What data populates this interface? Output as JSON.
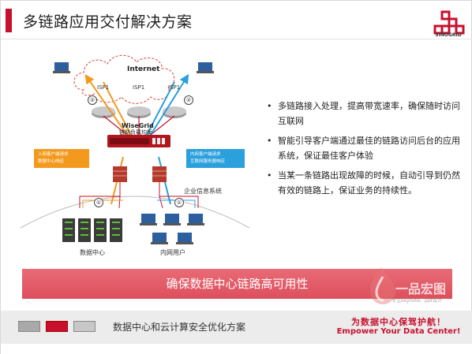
{
  "slide": {
    "title": "多链路应用交付解决方案",
    "logo_text": "SINOGRID"
  },
  "diagram": {
    "internet": "Internet",
    "isp": [
      "ISP1",
      "ISP1",
      "ISP1"
    ],
    "device_brand": "WiseGrid",
    "device_label": "链路负载均衡",
    "system_label": "企业信息系统",
    "datacenter_label": "数据中心",
    "users_label": "内网用户",
    "step_top": "②",
    "step_bottom": "①",
    "left_legend": [
      "入网客户端请求",
      "数据中心响应"
    ],
    "right_legend": [
      "内网客户端请求",
      "互联网服务器响应"
    ],
    "colors": {
      "orange": "#f39a1e",
      "blue": "#2aa0dc",
      "red": "#c8102e"
    }
  },
  "bullets": [
    "多链路接入处理，提高带宽速率，确保随时访问互联网",
    "智能引导客户端通过最佳的链路访问后台的应用系统，保证最佳客户体验",
    "当某一条链路出现故障的时候，自动引导到仍然有效的链路上，保证业务的持续性。"
  ],
  "banner": "确保数据中心链路高可用性",
  "watermark": {
    "title": "一品宏图",
    "subtitle": "专注keynote、ppt设计"
  },
  "footer": {
    "text": "数据中心和云计算安全优化方案",
    "slogan_cn": "为数据中心保驾护航！",
    "slogan_en": "Empower Your Data Center!"
  }
}
